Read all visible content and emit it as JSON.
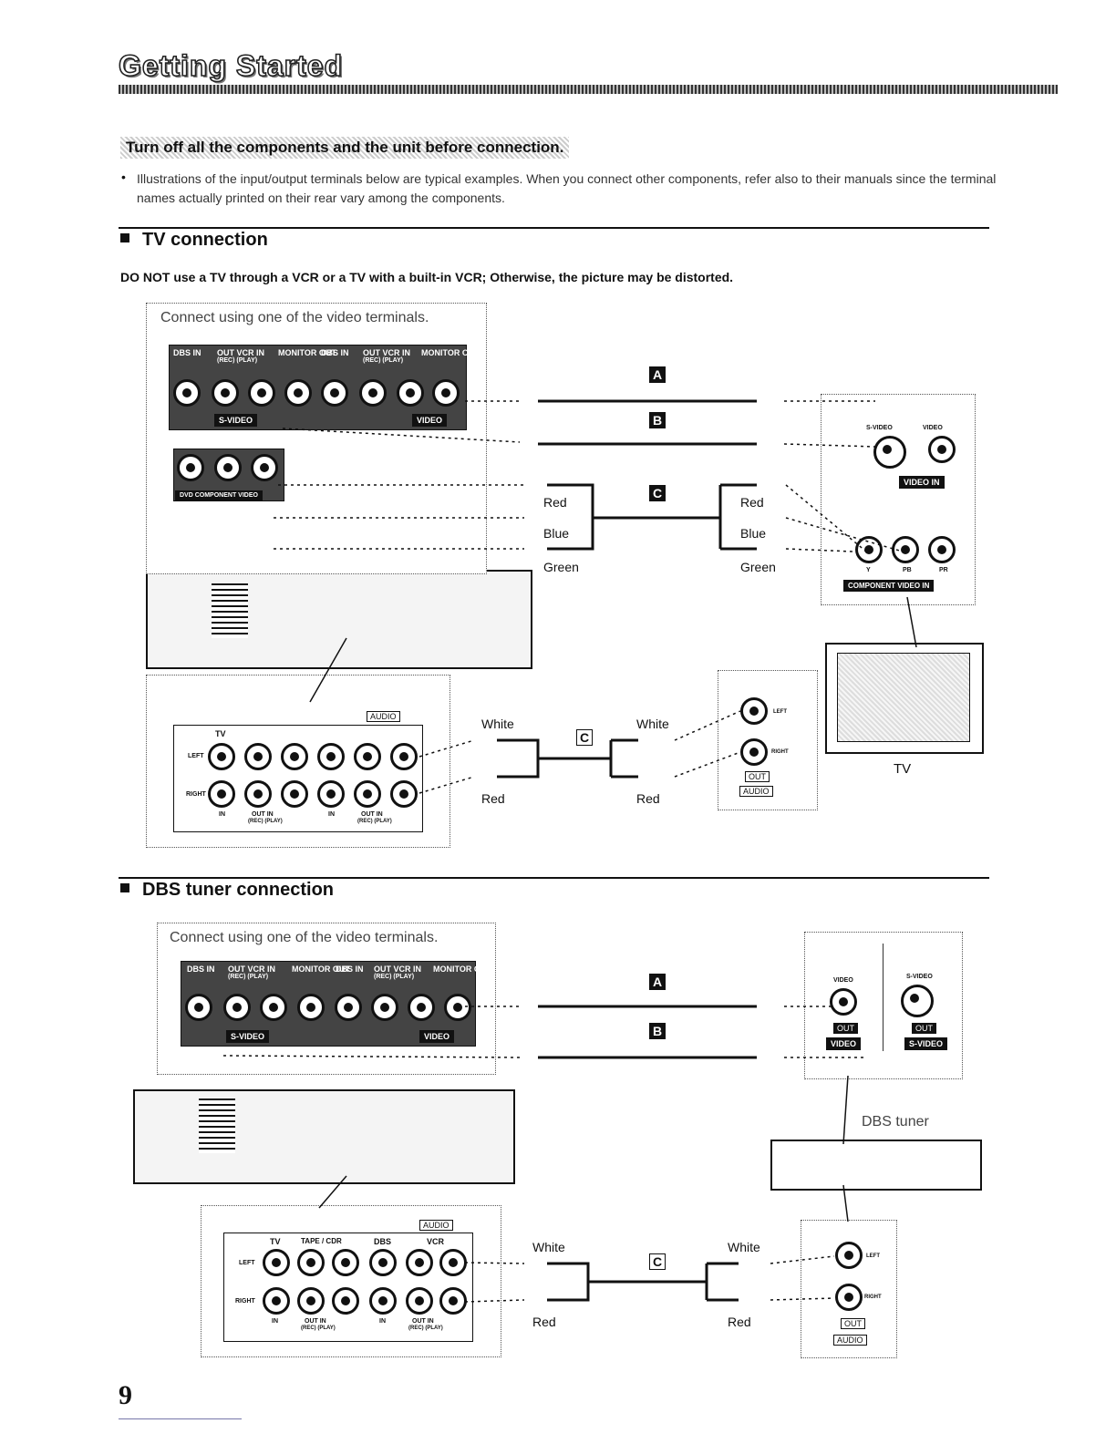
{
  "page": {
    "title": "Getting Started",
    "number": "9"
  },
  "warning": "Turn off all the components and the unit before connection.",
  "note": "Illustrations of the input/output terminals below are typical examples. When you connect other components, refer also to their manuals since the terminal names actually printed on their rear vary among the components.",
  "tv": {
    "heading": "TV connection",
    "caution": "DO NOT use a TV through a VCR or a TV with a built-in VCR; Otherwise, the picture may be distorted.",
    "box_label": "Connect using one of the video terminals.",
    "panel_labels": [
      "DBS IN",
      "OUT VCR IN",
      "(REC) (PLAY)",
      "MONITOR OUT",
      "DBS IN",
      "OUT VCR IN",
      "(REC) (PLAY)",
      "MONITOR OUT"
    ],
    "svideo_tag": "S-VIDEO",
    "video_tag": "VIDEO",
    "component_tag": "DVD COMPONENT VIDEO",
    "cable_a": "A",
    "cable_b": "B",
    "cable_c": "C",
    "red": "Red",
    "blue": "Blue",
    "green": "Green",
    "tv_svideo": "S-VIDEO",
    "tv_video": "VIDEO",
    "tv_video_in": "VIDEO IN",
    "tv_y": "Y",
    "tv_pb": "PB",
    "tv_pr": "PR",
    "tv_component_in": "COMPONENT VIDEO IN",
    "audio_label": "AUDIO",
    "audio_tv": "TV",
    "audio_left": "LEFT",
    "audio_right": "RIGHT",
    "audio_in": "IN",
    "audio_out_in_1": "OUT   IN",
    "audio_rec_play_1": "(REC)  (PLAY)",
    "audio_in_2": "IN",
    "audio_out_in_2": "OUT   IN",
    "audio_rec_play_2": "(REC)  (PLAY)",
    "white_l": "White",
    "red_l": "Red",
    "white_r": "White",
    "red_r": "Red",
    "tv_left": "LEFT",
    "tv_right": "RIGHT",
    "tv_out": "OUT",
    "tv_audio": "AUDIO",
    "tv_name": "TV"
  },
  "dbs": {
    "heading": "DBS tuner connection",
    "box_label": "Connect using one of the video terminals.",
    "panel_labels": [
      "DBS IN",
      "OUT VCR IN",
      "(REC) (PLAY)",
      "MONITOR OUT",
      "DBS IN",
      "OUT VCR IN",
      "(REC) (PLAY)",
      "MONITOR OUT"
    ],
    "svideo_tag": "S-VIDEO",
    "video_tag": "VIDEO",
    "cable_a": "A",
    "cable_b": "B",
    "cable_c": "C",
    "tuner_video": "VIDEO",
    "tuner_svideo": "S-VIDEO",
    "tuner_out_1": "OUT",
    "tuner_video_tag": "VIDEO",
    "tuner_out_2": "OUT",
    "tuner_svideo_tag": "S-VIDEO",
    "tuner_name": "DBS tuner",
    "audio_label": "AUDIO",
    "audio_tv": "TV",
    "audio_tape": "TAPE / CDR",
    "audio_dbs": "DBS",
    "audio_vcr": "VCR",
    "audio_left": "LEFT",
    "audio_right": "RIGHT",
    "audio_in": "IN",
    "audio_out_in_1": "OUT   IN",
    "audio_rec_play_1": "(REC)  (PLAY)",
    "audio_in_2": "IN",
    "audio_out_in_2": "OUT   IN",
    "audio_rec_play_2": "(REC)  (PLAY)",
    "white_l": "White",
    "red_l": "Red",
    "white_r": "White",
    "red_r": "Red",
    "tuner_left": "LEFT",
    "tuner_right": "RIGHT",
    "tuner_out": "OUT",
    "tuner_audio": "AUDIO"
  }
}
